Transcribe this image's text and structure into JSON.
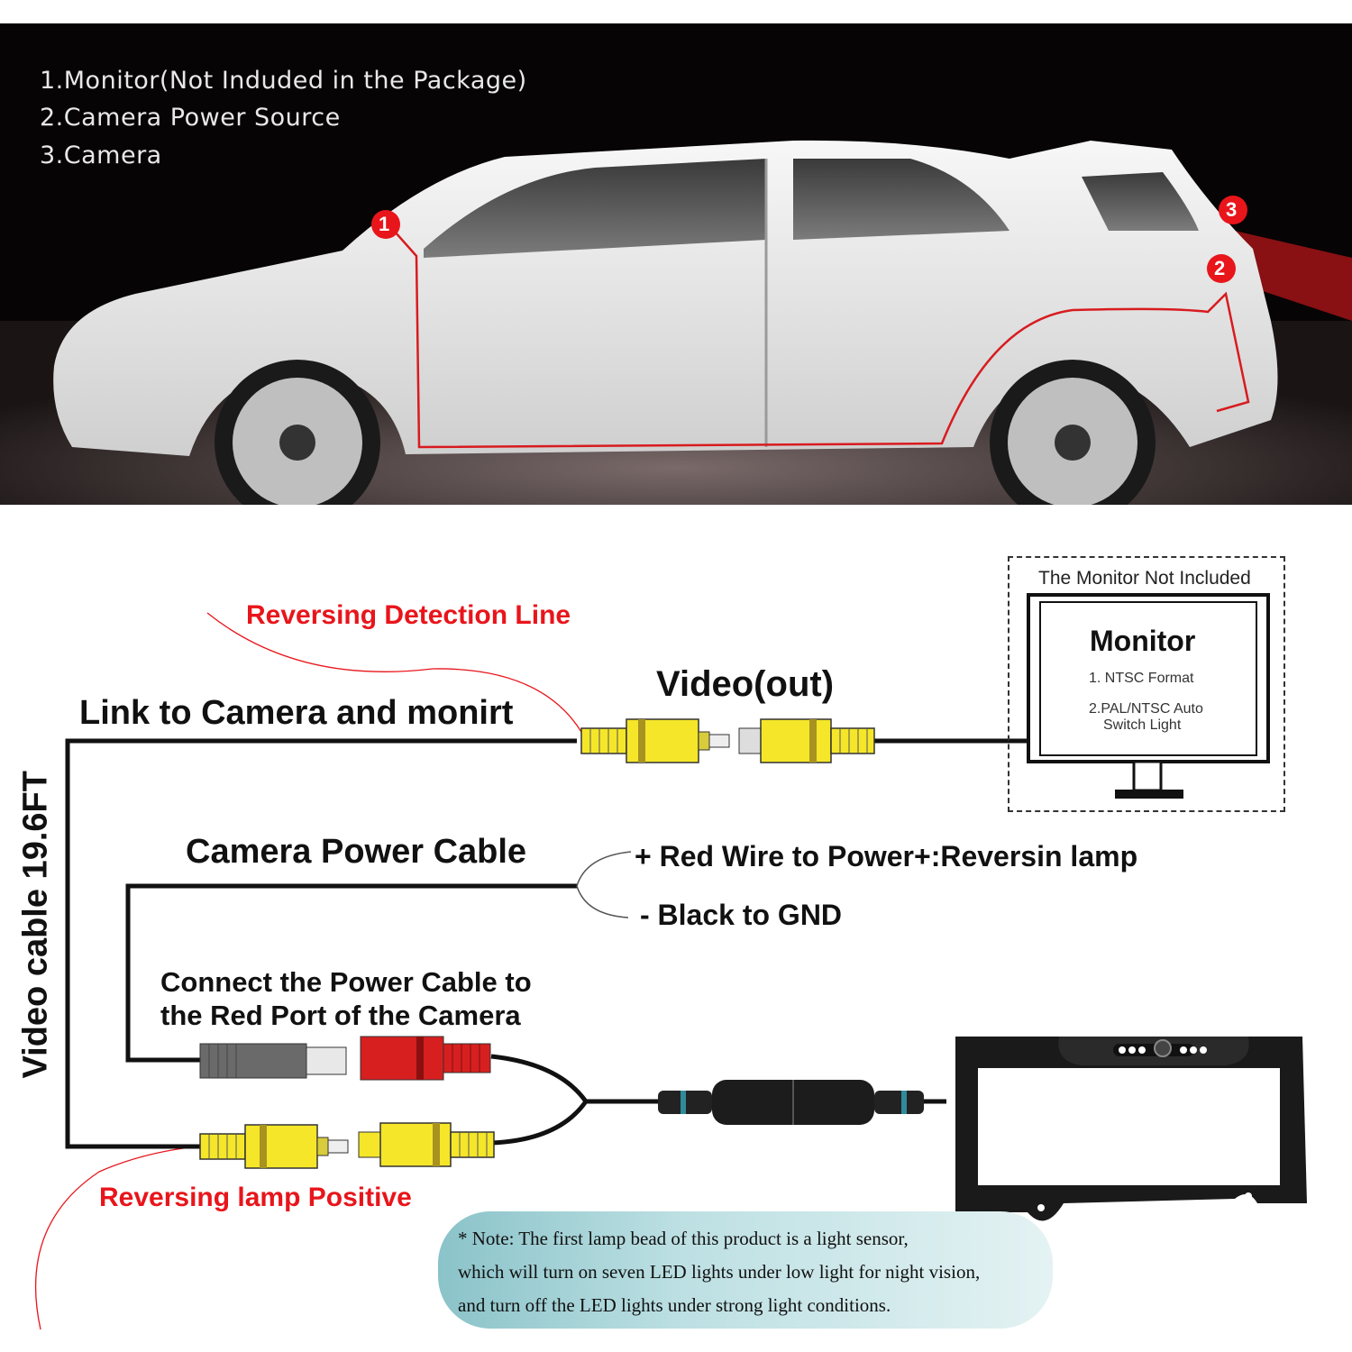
{
  "photo": {
    "legend": [
      "1.Monitor(Not Induded in the Package)",
      "2.Camera Power Source",
      "3.Camera"
    ],
    "markers": [
      "1",
      "2",
      "3"
    ]
  },
  "diagram": {
    "reversing_detection_line": "Reversing Detection Line",
    "video_out": "Video(out)",
    "link_label": "Link to Camera and monirt",
    "video_cable": "Video cable 19.6FT",
    "power_cable": "Camera Power Cable",
    "red_wire": "+ Red Wire to Power+:Reversin lamp",
    "black_wire": "- Black to GND",
    "connect_line1": "Connect the Power Cable to",
    "connect_line2": "the Red Port of the Camera",
    "reversing_lamp": "Reversing lamp Positive"
  },
  "monitor": {
    "caption": "The Monitor Not Included",
    "title": "Monitor",
    "item1": "1. NTSC Format",
    "item2_line1": "2.PAL/NTSC Auto",
    "item2_line2": "Switch Light"
  },
  "note": {
    "line1": "* Note: The first lamp bead of this product is a light sensor,",
    "line2": "which will turn on seven LED lights under low light for night vision,",
    "line3": "and turn off the LED lights under strong light conditions."
  },
  "colors": {
    "wire_red": "#e8151b",
    "rca_yellow": "#f5e62a",
    "rca_red": "#d71f1f",
    "rca_gray": "#6a6a6a",
    "note_bg": "#8ac3c9"
  }
}
